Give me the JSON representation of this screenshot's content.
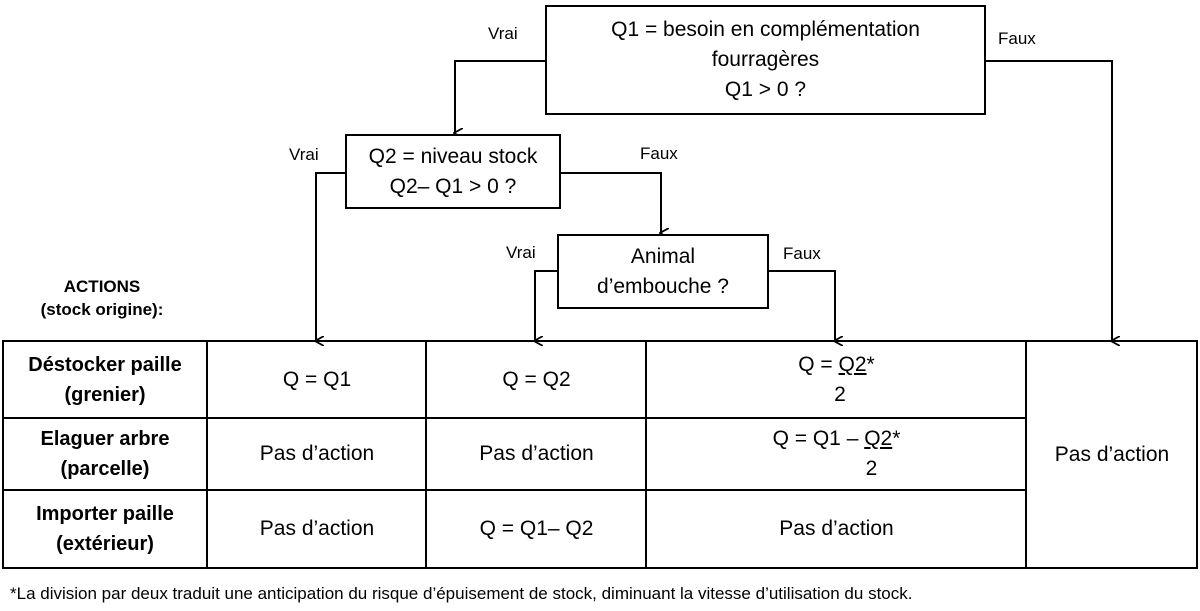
{
  "decisions": {
    "q1": {
      "line1": "Q1 = besoin en complémentation",
      "line2": "fourragères",
      "line3": "Q1 > 0 ?"
    },
    "q2": {
      "line1": "Q2 = niveau stock",
      "line2": "Q2– Q1  > 0 ?"
    },
    "q3": {
      "line1": "Animal",
      "line2": "d’embouche ?"
    }
  },
  "branch_labels": {
    "q1_true": "Vrai",
    "q1_false": "Faux",
    "q2_true": "Vrai",
    "q2_false": "Faux",
    "q3_true": "Vrai",
    "q3_false": "Faux"
  },
  "actions_header": {
    "line1": "ACTIONS",
    "line2": "(stock origine):"
  },
  "rows": [
    {
      "line1": "Déstocker paille",
      "line2": "(grenier)"
    },
    {
      "line1": "Elaguer arbre",
      "line2": "(parcelle)"
    },
    {
      "line1": "Importer paille",
      "line2": "(extérieur)"
    }
  ],
  "cells": {
    "r1c1": "Q = Q1",
    "r1c2": "Q = Q2",
    "r1c3": {
      "prefix": "Q = ",
      "underlined": "Q2",
      "suffix": "*",
      "denominator": "2"
    },
    "r2c1": "Pas d’action",
    "r2c2": "Pas d’action",
    "r2c3": {
      "prefix": "Q = Q1 – ",
      "underlined": "Q2",
      "suffix": "*",
      "denominator": "2"
    },
    "r3c1": "Pas d’action",
    "r3c2": "Q = Q1– Q2",
    "r3c3": "Pas d’action",
    "c4": "Pas d’action"
  },
  "footnote": "*La division par deux traduit une anticipation du risque d’épuisement de stock, diminuant la vitesse d’utilisation du stock."
}
